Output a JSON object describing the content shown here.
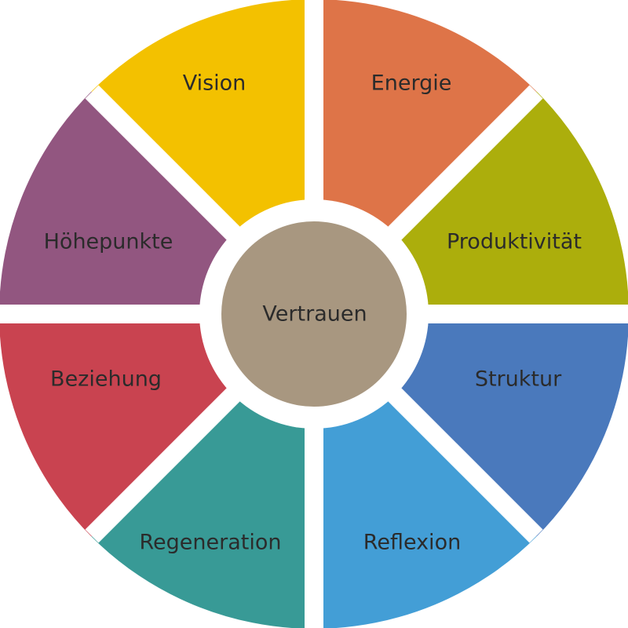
{
  "center": {
    "label": "Vertrauen",
    "color": "#a89780"
  },
  "segments": [
    {
      "label": "Energie",
      "color": "#de7448"
    },
    {
      "label": "Produktivität",
      "color": "#acae0c"
    },
    {
      "label": "Struktur",
      "color": "#4a79bc"
    },
    {
      "label": "Reflexion",
      "color": "#439ed6"
    },
    {
      "label": "Regeneration",
      "color": "#389a96"
    },
    {
      "label": "Beziehung",
      "color": "#c94350"
    },
    {
      "label": "Höhepunkte",
      "color": "#925680"
    },
    {
      "label": "Vision",
      "color": "#f3c100"
    }
  ],
  "gap_color": "#ffffff"
}
